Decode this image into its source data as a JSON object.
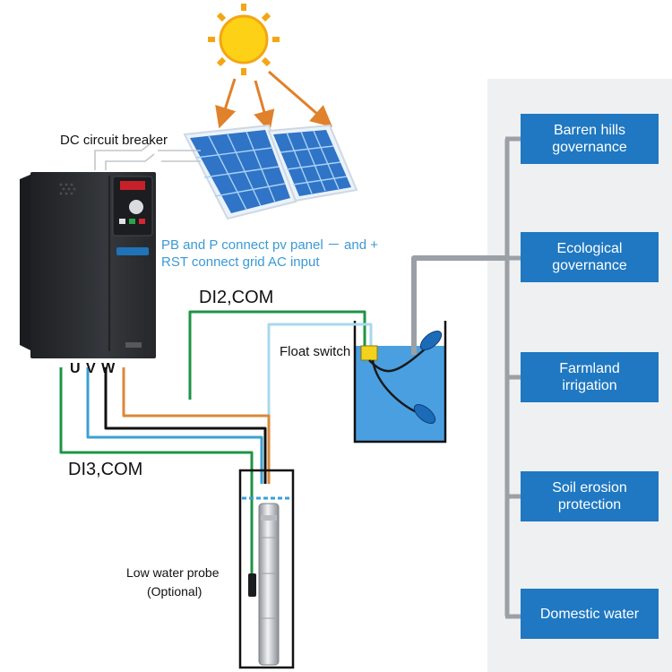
{
  "labels": {
    "dc_breaker": "DC circuit breaker",
    "pv_note_line1": "PB and P connect pv panel － and +",
    "pv_note_line2": "RST connect grid AC input",
    "di2": "DI2,COM",
    "di3": "DI3,COM",
    "float_switch": "Float switch",
    "uvw": "U V W",
    "probe_line1": "Low water probe",
    "probe_line2": "(Optional)"
  },
  "applications": [
    {
      "line1": "Barren hills",
      "line2": "governance"
    },
    {
      "line1": "Ecological",
      "line2": "governance"
    },
    {
      "line1": "Farmland",
      "line2": "irrigation"
    },
    {
      "line1": "Soil erosion",
      "line2": "protection"
    },
    {
      "line1": "Domestic water",
      "line2": ""
    }
  ],
  "colors": {
    "app_box": "#1f78c1",
    "panel_bg": "#eef0f2",
    "wire_green": "#1e9446",
    "wire_blue": "#3ba0d4",
    "wire_black": "#111111",
    "wire_orange": "#d9893a",
    "wire_lightblue": "#a8d8ee",
    "pipe_gray": "#9aa0a6",
    "tank_water": "#4a9fe0",
    "pv_note_text": "#3a9ad6",
    "sun": "#fcd116",
    "arrow": "#e0812b",
    "inverter_body": "#2c2e31"
  },
  "icons": [
    "sun-icon",
    "solar-panel-icon",
    "inverter-icon",
    "pump-icon",
    "float-switch-icon",
    "tank-icon"
  ]
}
